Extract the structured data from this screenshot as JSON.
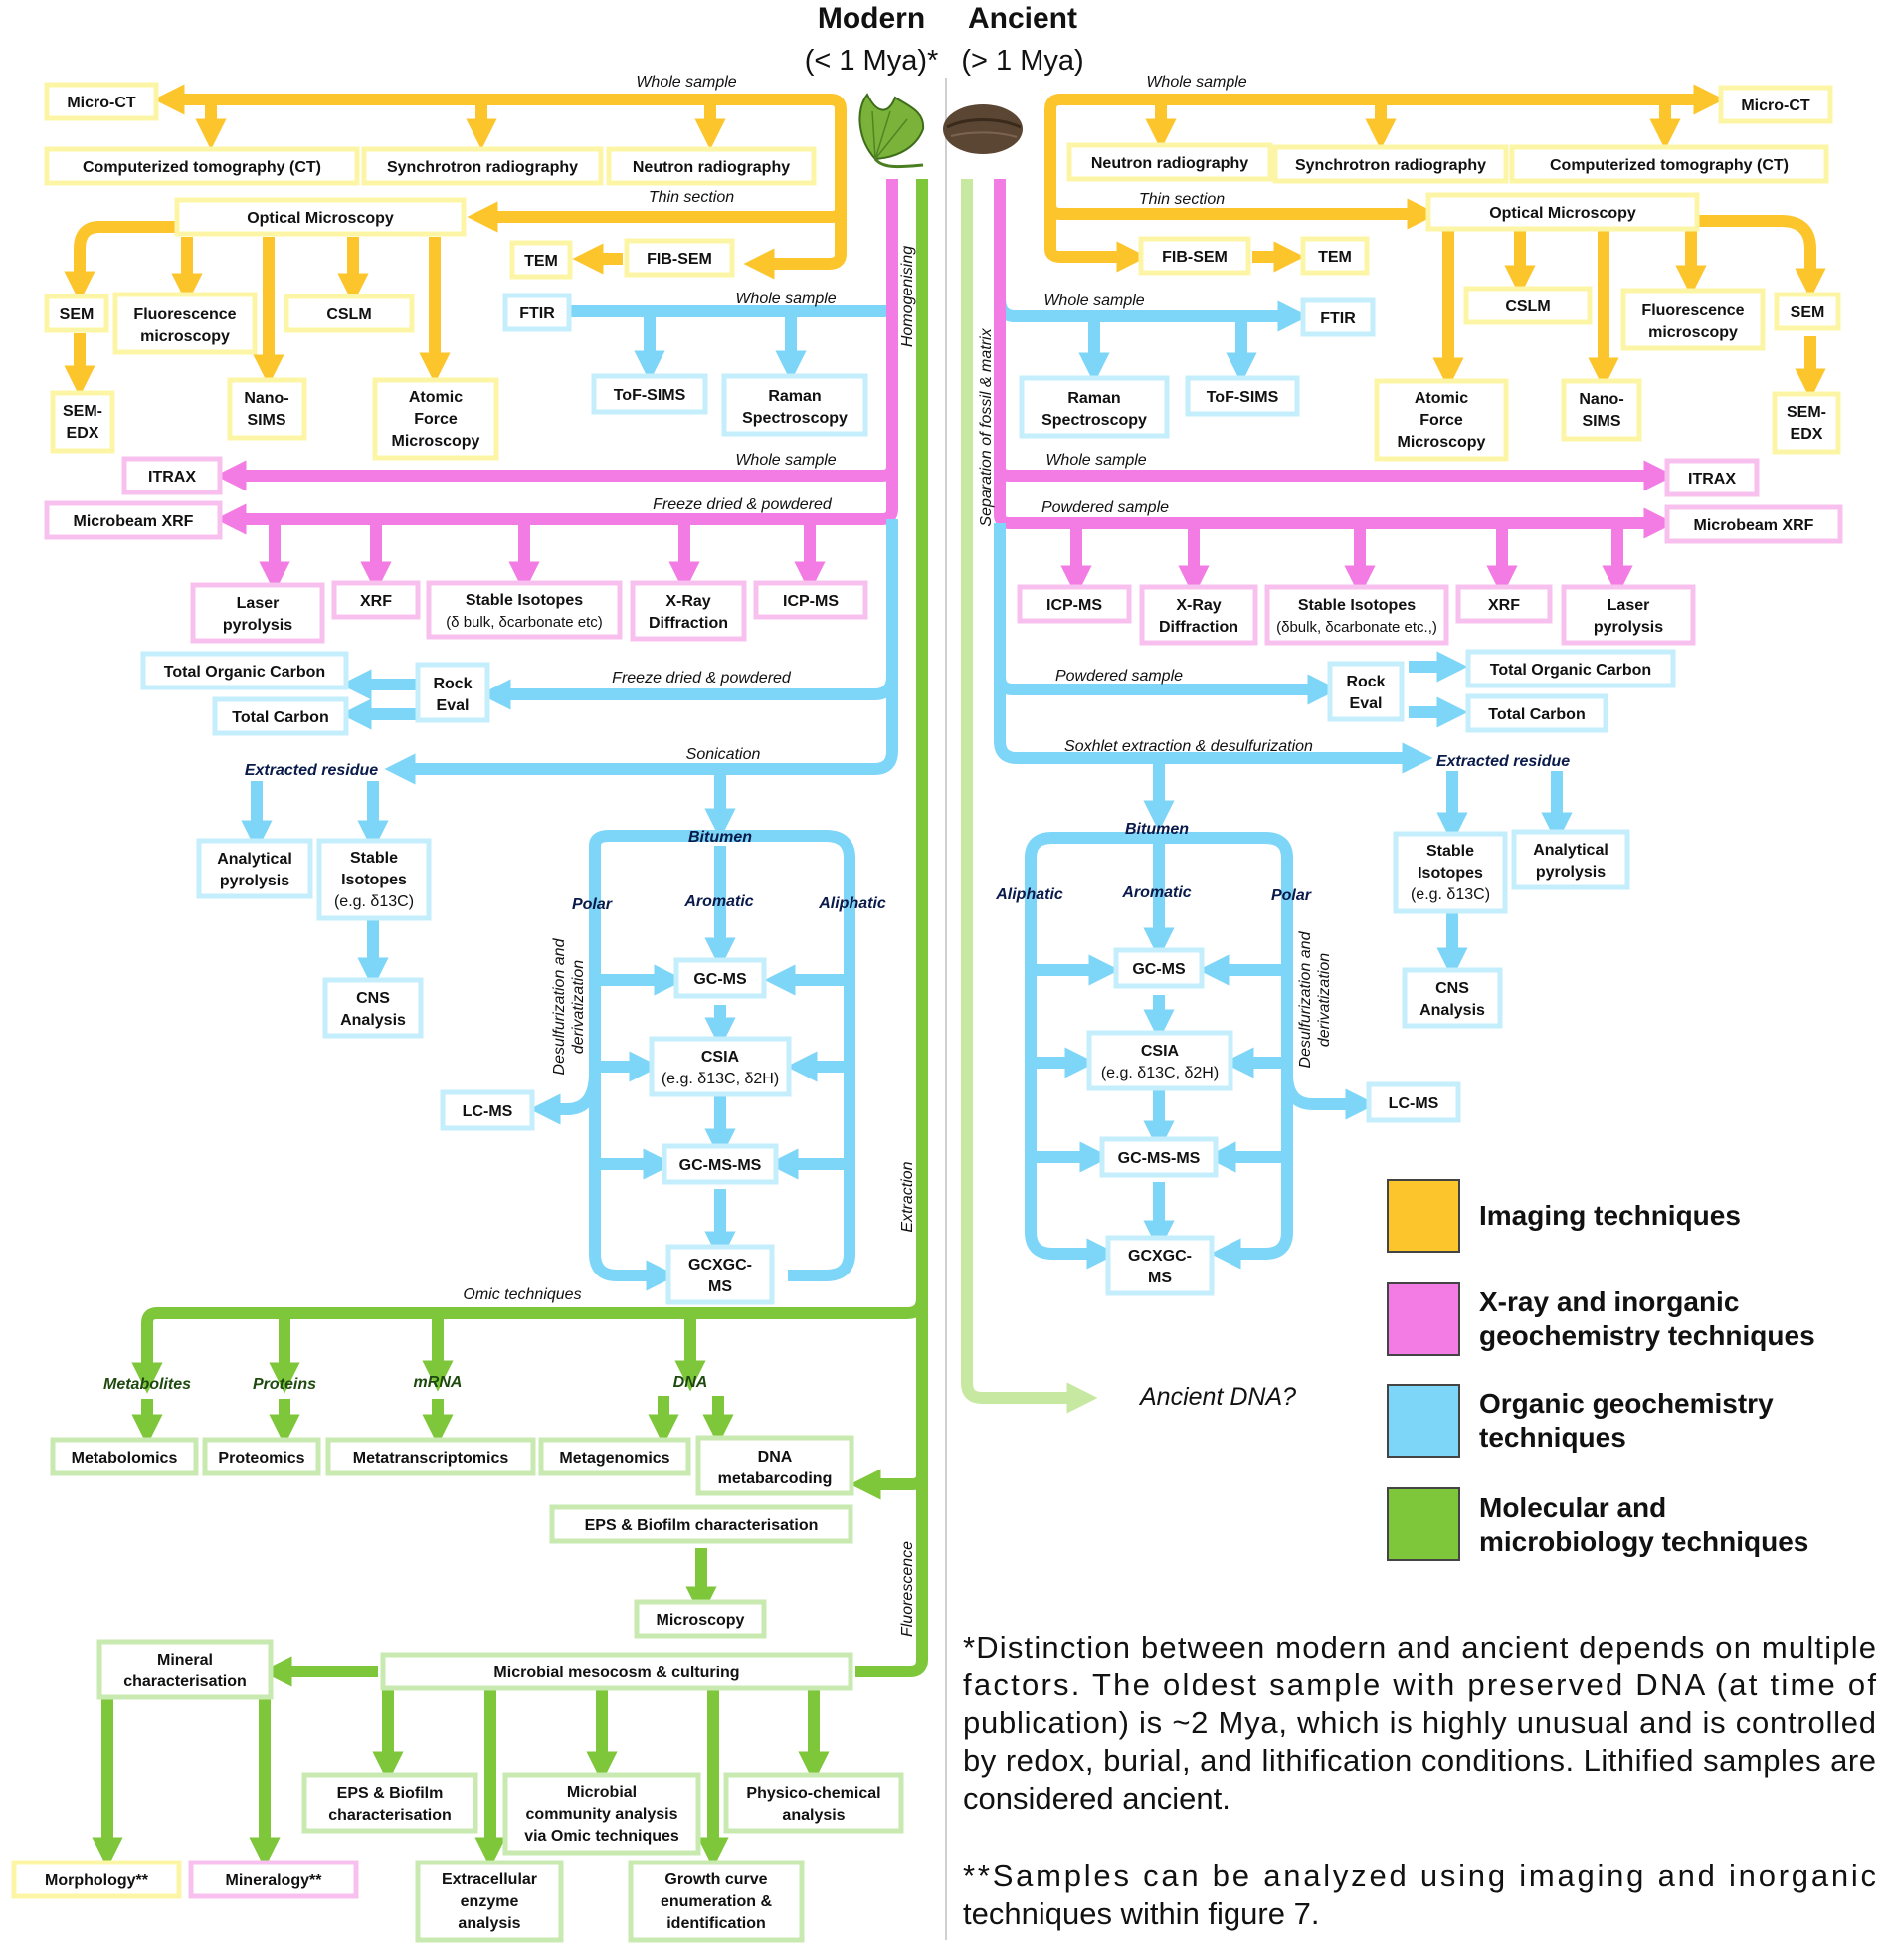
{
  "header": {
    "modern": "Modern",
    "modern_sub": "(< 1 Mya)*",
    "ancient": "Ancient",
    "ancient_sub": "(> 1 Mya)"
  },
  "colors": {
    "imaging": "#fcc52b",
    "xray": "#f27ce3",
    "organic": "#7dd5f7",
    "molecular": "#7ec63a",
    "ancient_dna": "#c6e8a1"
  },
  "icons": [
    "ginkgo-leaf-icon",
    "fossil-seed-icon"
  ],
  "modern": {
    "imaging": {
      "whole_sample": "Whole sample",
      "micro_ct": "Micro-CT",
      "ct": "Computerized tomography (CT)",
      "synchrotron": "Synchrotron radiography",
      "neutron": "Neutron radiography",
      "thin_section": "Thin section",
      "optical": "Optical Microscopy",
      "tem": "TEM",
      "fib_sem": "FIB-SEM",
      "sem": "SEM",
      "fluor_1": "Fluorescence",
      "fluor_2": "microscopy",
      "cslm": "CSLM",
      "semedx_1": "SEM-",
      "semedx_2": "EDX",
      "nano_1": "Nano-",
      "nano_2": "SIMS",
      "afm_1": "Atomic",
      "afm_2": "Force",
      "afm_3": "Microscopy"
    },
    "organic_top": {
      "ftir": "FTIR",
      "whole_sample": "Whole sample",
      "tof": "ToF-SIMS",
      "raman_1": "Raman",
      "raman_2": "Spectroscopy"
    },
    "xray": {
      "homogenising": "Homogenising",
      "whole_sample": "Whole sample",
      "itrax": "ITRAX",
      "freeze": "Freeze dried & powdered",
      "microbeam": "Microbeam XRF",
      "laser_1": "Laser",
      "laser_2": "pyrolysis",
      "xrf": "XRF",
      "stable_1": "Stable Isotopes",
      "stable_2": "(δ bulk, δcarbonate etc)",
      "xray_1": "X-Ray",
      "xray_2": "Diffraction",
      "icpms": "ICP-MS"
    },
    "organic": {
      "toc": "Total Organic Carbon",
      "tc": "Total Carbon",
      "rock_1": "Rock",
      "rock_2": "Eval",
      "freeze": "Freeze dried & powdered",
      "sonication": "Sonication",
      "extracted": "Extracted residue",
      "anal_1": "Analytical",
      "anal_2": "pyrolysis",
      "iso_1": "Stable",
      "iso_2": "Isotopes",
      "iso_3": "(e.g. δ13C)",
      "cns_1": "CNS",
      "cns_2": "Analysis",
      "bitumen": "Bitumen",
      "polar": "Polar",
      "aromatic": "Aromatic",
      "aliphatic": "Aliphatic",
      "gcms": "GC-MS",
      "csia_1": "CSIA",
      "csia_2": "(e.g. δ13C, δ2H)",
      "gcmsms": "GC-MS-MS",
      "gcxgc_1": "GCXGC-",
      "gcxgc_2": "MS",
      "lcms": "LC-MS",
      "desulf_1": "Desulfurization and",
      "desulf_2": "derivatization"
    },
    "molecular": {
      "extraction": "Extraction",
      "omic": "Omic techniques",
      "metabolites": "Metabolites",
      "proteins": "Proteins",
      "mrna": "mRNA",
      "dna": "DNA",
      "metabolomics": "Metabolomics",
      "proteomics": "Proteomics",
      "metatranscriptomics": "Metatranscriptomics",
      "metagenomics": "Metagenomics",
      "dna_meta_1": "DNA",
      "dna_meta_2": "metabarcoding",
      "eps": "EPS & Biofilm characterisation",
      "microscopy": "Microscopy",
      "fluorescence": "Fluorescence",
      "mesocosm": "Microbial mesocosm & culturing",
      "mineral_1": "Mineral",
      "mineral_2": "characterisation",
      "eps2_1": "EPS & Biofilm",
      "eps2_2": "characterisation",
      "comm_1": "Microbial",
      "comm_2": "community analysis",
      "comm_3": "via Omic techniques",
      "phys_1": "Physico-chemical",
      "phys_2": "analysis",
      "morph": "Morphology**",
      "miner": "Mineralogy**",
      "enz_1": "Extracellular",
      "enz_2": "enzyme",
      "enz_3": "analysis",
      "growth_1": "Growth curve",
      "growth_2": "enumeration &",
      "growth_3": "identification"
    }
  },
  "ancient": {
    "imaging": {
      "whole_sample": "Whole sample",
      "micro_ct": "Micro-CT",
      "neutron": "Neutron radiography",
      "synchrotron": "Synchrotron radiography",
      "ct": "Computerized tomography (CT)",
      "thin_section": "Thin section",
      "optical": "Optical Microscopy",
      "fib_sem": "FIB-SEM",
      "tem": "TEM",
      "cslm": "CSLM",
      "fluor_1": "Fluorescence",
      "fluor_2": "microscopy",
      "sem": "SEM",
      "afm_1": "Atomic",
      "afm_2": "Force",
      "afm_3": "Microscopy",
      "nano_1": "Nano-",
      "nano_2": "SIMS",
      "semedx_1": "SEM-",
      "semedx_2": "EDX"
    },
    "organic_top": {
      "whole_sample": "Whole sample",
      "ftir": "FTIR",
      "raman_1": "Raman",
      "raman_2": "Spectroscopy",
      "tof": "ToF-SIMS"
    },
    "xray": {
      "separation": "Separation of fossil & matrix",
      "whole_sample": "Whole sample",
      "itrax": "ITRAX",
      "powdered": "Powdered sample",
      "microbeam": "Microbeam XRF",
      "icpms": "ICP-MS",
      "xray_1": "X-Ray",
      "xray_2": "Diffraction",
      "stable_1": "Stable Isotopes",
      "stable_2": "(δbulk, δcarbonate etc.,)",
      "xrf": "XRF",
      "laser_1": "Laser",
      "laser_2": "pyrolysis"
    },
    "organic": {
      "powdered": "Powdered sample",
      "rock_1": "Rock",
      "rock_2": "Eval",
      "toc": "Total Organic Carbon",
      "tc": "Total Carbon",
      "soxhlet": "Soxhlet extraction & desulfurization",
      "extracted": "Extracted residue",
      "iso_1": "Stable",
      "iso_2": "Isotopes",
      "iso_3": "(e.g. δ13C)",
      "anal_1": "Analytical",
      "anal_2": "pyrolysis",
      "cns_1": "CNS",
      "cns_2": "Analysis",
      "bitumen": "Bitumen",
      "aliphatic": "Aliphatic",
      "aromatic": "Aromatic",
      "polar": "Polar",
      "gcms": "GC-MS",
      "csia_1": "CSIA",
      "csia_2": "(e.g. δ13C, δ2H)",
      "gcmsms": "GC-MS-MS",
      "gcxgc_1": "GCXGC-",
      "gcxgc_2": "MS",
      "lcms": "LC-MS",
      "desulf_1": "Desulfurization and",
      "desulf_2": "derivatization"
    },
    "ancient_dna": "Ancient DNA?"
  },
  "legend": {
    "imaging": "Imaging techniques",
    "xray_1": "X-ray and inorganic",
    "xray_2": "geochemistry techniques",
    "organic_1": "Organic geochemistry",
    "organic_2": "techniques",
    "molecular_1": "Molecular and",
    "molecular_2": "microbiology techniques"
  },
  "notes": {
    "note1": [
      "*Distinction between modern and ancient depends on multiple",
      "factors. The oldest sample with preserved DNA (at time of",
      "publication) is ~2 Mya, which is highly unusual and is controlled",
      "by redox, burial, and lithification conditions. Lithified samples are",
      "considered ancient."
    ],
    "note2": [
      "**Samples can be analyzed using imaging and inorganic",
      "techniques within figure 7."
    ]
  }
}
